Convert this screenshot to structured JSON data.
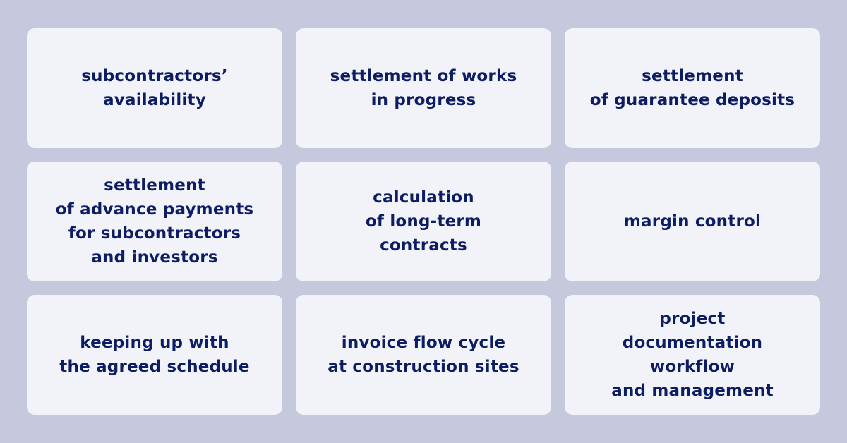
{
  "cards": [
    {
      "label": "subcontractors’\navailability"
    },
    {
      "label": "settlement of works\nin progress"
    },
    {
      "label": "settlement\nof guarantee deposits"
    },
    {
      "label": "settlement\nof advance payments\nfor subcontractors\nand investors"
    },
    {
      "label": "calculation\nof long-term\ncontracts"
    },
    {
      "label": "margin control"
    },
    {
      "label": "keeping up with\nthe agreed schedule"
    },
    {
      "label": "invoice flow cycle\nat construction sites"
    },
    {
      "label": "project\ndocumentation\nworkflow\nand management"
    }
  ],
  "colors": {
    "background": "#c6c9dd",
    "card": "#f2f3f8",
    "text": "#0d1d63"
  }
}
